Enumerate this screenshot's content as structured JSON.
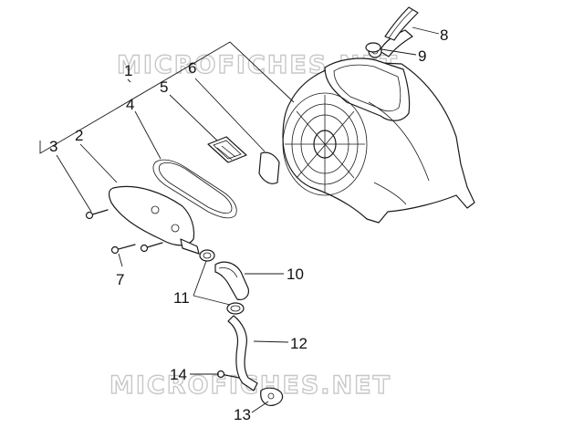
{
  "watermark": {
    "text": "MICROFICHES.NET"
  },
  "colors": {
    "line": "#1a1a1a",
    "watermark": "#c8c8c8",
    "background": "#ffffff"
  },
  "callouts": [
    "1",
    "2",
    "3",
    "4",
    "5",
    "6",
    "7",
    "8",
    "9",
    "10",
    "11",
    "12",
    "13",
    "14"
  ]
}
